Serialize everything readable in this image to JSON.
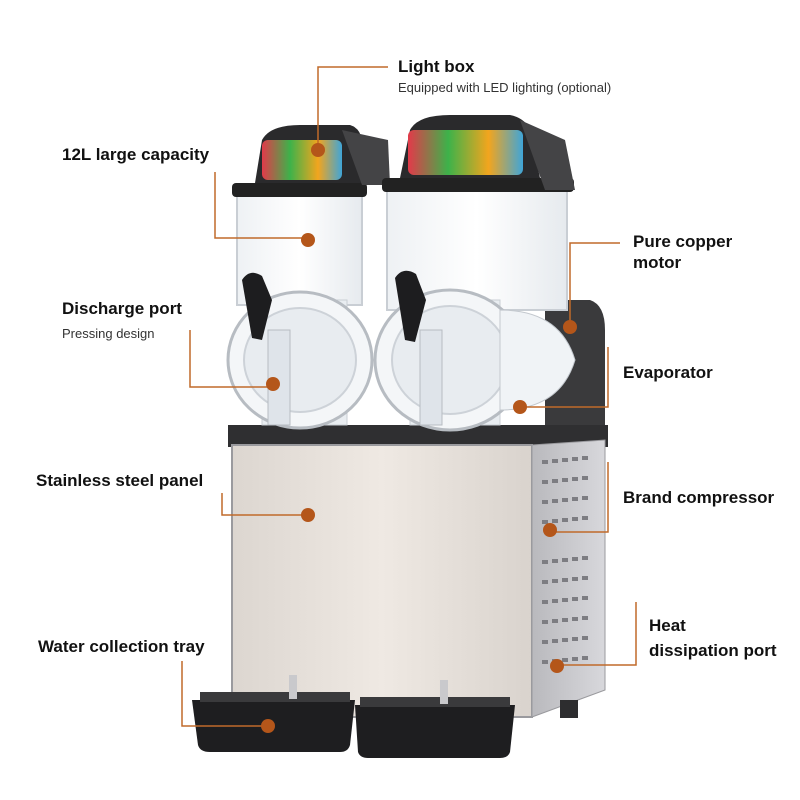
{
  "colors": {
    "leader": "#c06a2a",
    "dot": "#b4561a",
    "text": "#111111"
  },
  "callouts": {
    "light_box": {
      "title": "Light box",
      "desc": "Equipped with LED lighting (optional)"
    },
    "capacity": {
      "title": "12L large capacity"
    },
    "motor": {
      "title_line1": "Pure copper",
      "title_line2": "motor"
    },
    "discharge": {
      "title": "Discharge port",
      "desc": "Pressing design"
    },
    "evaporator": {
      "title": "Evaporator"
    },
    "panel": {
      "title": "Stainless steel panel"
    },
    "compressor": {
      "title": "Brand compressor"
    },
    "tray": {
      "title": "Water collection tray"
    },
    "heat": {
      "title_line1": "Heat",
      "title_line2": "dissipation port"
    }
  }
}
